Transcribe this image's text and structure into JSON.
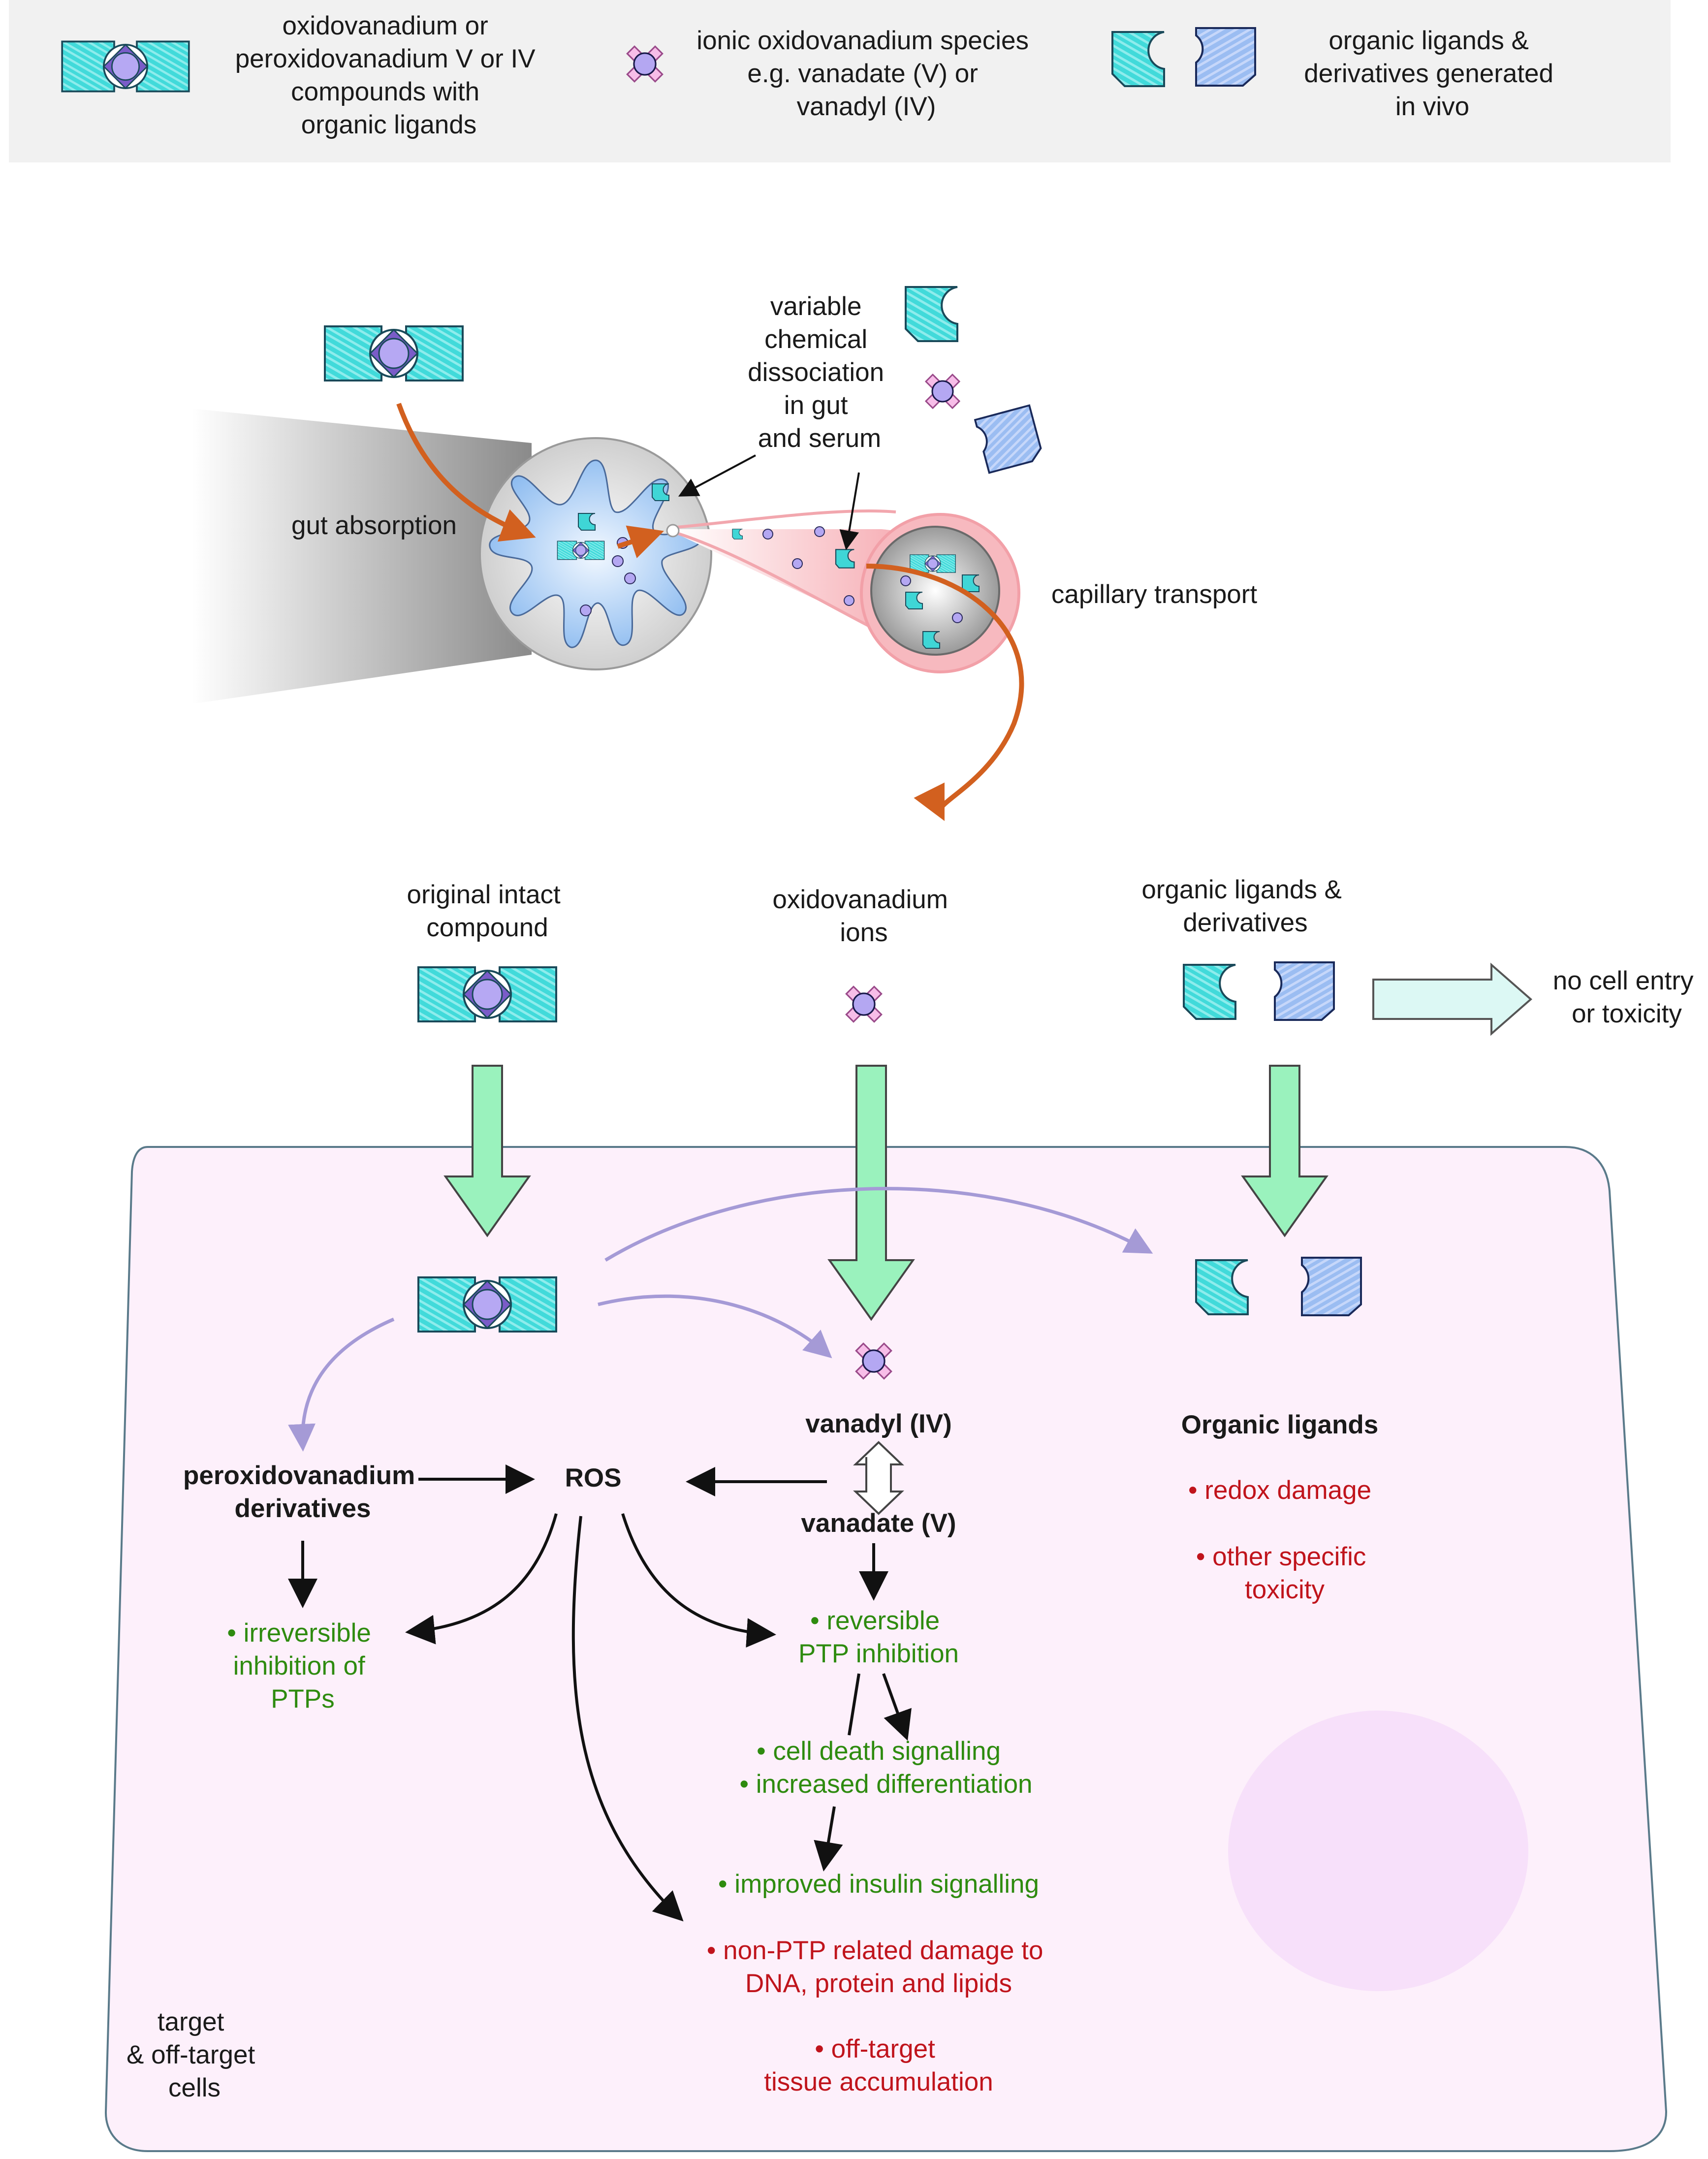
{
  "legend": {
    "compound": [
      "oxidovanadium or",
      "peroxidovanadium V or IV",
      "compounds with",
      "organic ligands"
    ],
    "ionic": [
      "ionic oxidovanadium species",
      "e.g. vanadate (V) or",
      "vanadyl (IV)"
    ],
    "ligands": [
      "organic ligands &",
      "derivatives generated",
      "in vivo"
    ]
  },
  "absorption": {
    "dissociation": [
      "variable",
      "chemical",
      "dissociation",
      "in gut",
      "and serum"
    ],
    "gut": "gut absorption",
    "capillary": "capillary transport"
  },
  "columns": {
    "intact": [
      "original intact",
      "compound"
    ],
    "ions": [
      "oxidovanadium",
      "ions"
    ],
    "ligands": [
      "organic ligands &",
      "derivatives"
    ],
    "no_entry": [
      "no cell entry",
      "or toxicity"
    ]
  },
  "cell": {
    "perox": [
      "peroxidovanadium",
      "derivatives"
    ],
    "ros": "ROS",
    "vanadyl": "vanadyl (IV)",
    "vanadate": "vanadate (V)",
    "organic": "Organic ligands",
    "redox": "• redox damage",
    "other_tox": [
      "• other specific",
      "toxicity"
    ],
    "irreversible": [
      "• irreversible",
      "inhibition of",
      "PTPs"
    ],
    "reversible": [
      "• reversible",
      "PTP inhibition"
    ],
    "death": "• cell death signalling",
    "diff": "• increased differentiation",
    "insulin": "• improved insulin signalling",
    "nonptp": [
      "• non-PTP related damage to",
      "DNA, protein and lipids"
    ],
    "offtarget": [
      "• off-target",
      "tissue accumulation"
    ],
    "label": [
      "target",
      "& off-target",
      "cells"
    ]
  },
  "colors": {
    "green_text": "#2e8b0f",
    "red_text": "#c0141c",
    "orange_arrow": "#d2601f",
    "purple_arrow": "#a59ad6",
    "green_arrow": "#9af2bd",
    "cell_fill": "#fdf0fb",
    "compound_cyan": "#3fd6d6",
    "ligand_blue": "#9cb8f0",
    "ion_purple": "#b4a7f2"
  }
}
